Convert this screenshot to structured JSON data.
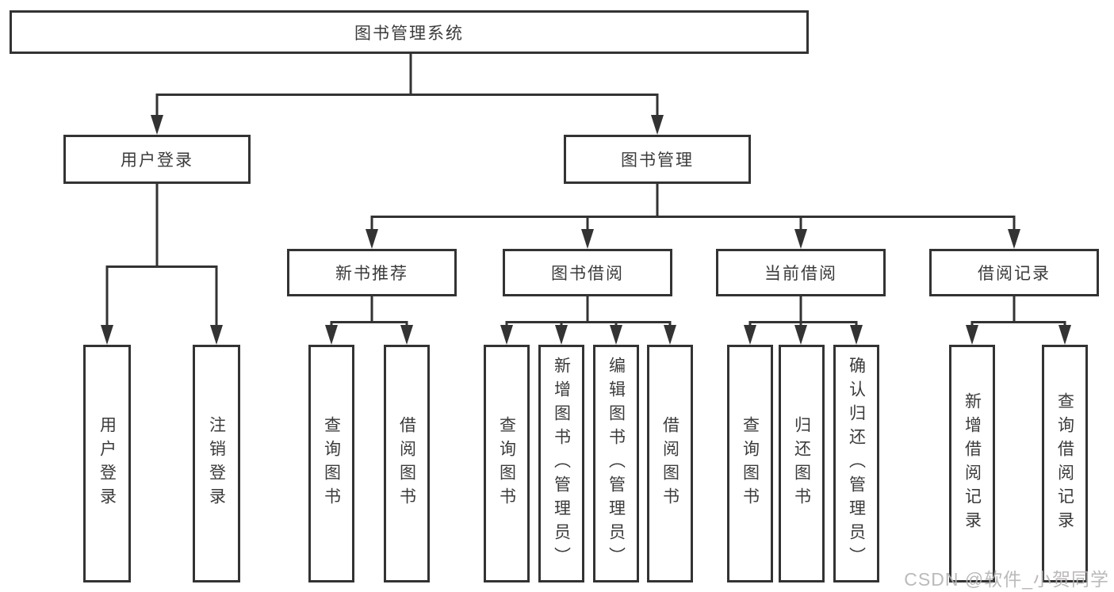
{
  "tree": {
    "root": {
      "id": "library-management-system",
      "label": "图书管理系统"
    },
    "level2": [
      {
        "id": "user-login",
        "label": "用户登录",
        "parent": "library-management-system"
      },
      {
        "id": "book-management",
        "label": "图书管理",
        "parent": "library-management-system"
      }
    ],
    "level3": [
      {
        "id": "new-book-recommend",
        "label": "新书推荐",
        "parent": "book-management"
      },
      {
        "id": "book-borrow",
        "label": "图书借阅",
        "parent": "book-management"
      },
      {
        "id": "current-borrow",
        "label": "当前借阅",
        "parent": "book-management"
      },
      {
        "id": "borrow-records",
        "label": "借阅记录",
        "parent": "book-management"
      }
    ],
    "leaves": [
      {
        "id": "user-login-action",
        "label": "用户登录",
        "parent": "user-login"
      },
      {
        "id": "logout",
        "label": "注销登录",
        "parent": "user-login"
      },
      {
        "id": "query-books-1",
        "label": "查询图书",
        "parent": "new-book-recommend"
      },
      {
        "id": "borrow-books-1",
        "label": "借阅图书",
        "parent": "new-book-recommend"
      },
      {
        "id": "query-books-2",
        "label": "查询图书",
        "parent": "book-borrow"
      },
      {
        "id": "add-books-admin",
        "label": "新增图书（管理员）",
        "parent": "book-borrow"
      },
      {
        "id": "edit-books-admin",
        "label": "编辑图书（管理员）",
        "parent": "book-borrow"
      },
      {
        "id": "borrow-books-2",
        "label": "借阅图书",
        "parent": "book-borrow"
      },
      {
        "id": "query-books-3",
        "label": "查询图书",
        "parent": "current-borrow"
      },
      {
        "id": "return-books",
        "label": "归还图书",
        "parent": "current-borrow"
      },
      {
        "id": "confirm-return-admin",
        "label": "确认归还（管理员）",
        "parent": "current-borrow"
      },
      {
        "id": "add-borrow-record",
        "label": "新增借阅记录",
        "parent": "borrow-records"
      },
      {
        "id": "query-borrow-record",
        "label": "查询借阅记录",
        "parent": "borrow-records"
      }
    ]
  },
  "watermark": {
    "text": "CSDN @软件_小贺同学"
  },
  "colors": {
    "line": "#333333",
    "box_border": "#333333",
    "text": "#3b3b3b",
    "watermark": "#b6b3b3",
    "background": "#ffffff"
  }
}
